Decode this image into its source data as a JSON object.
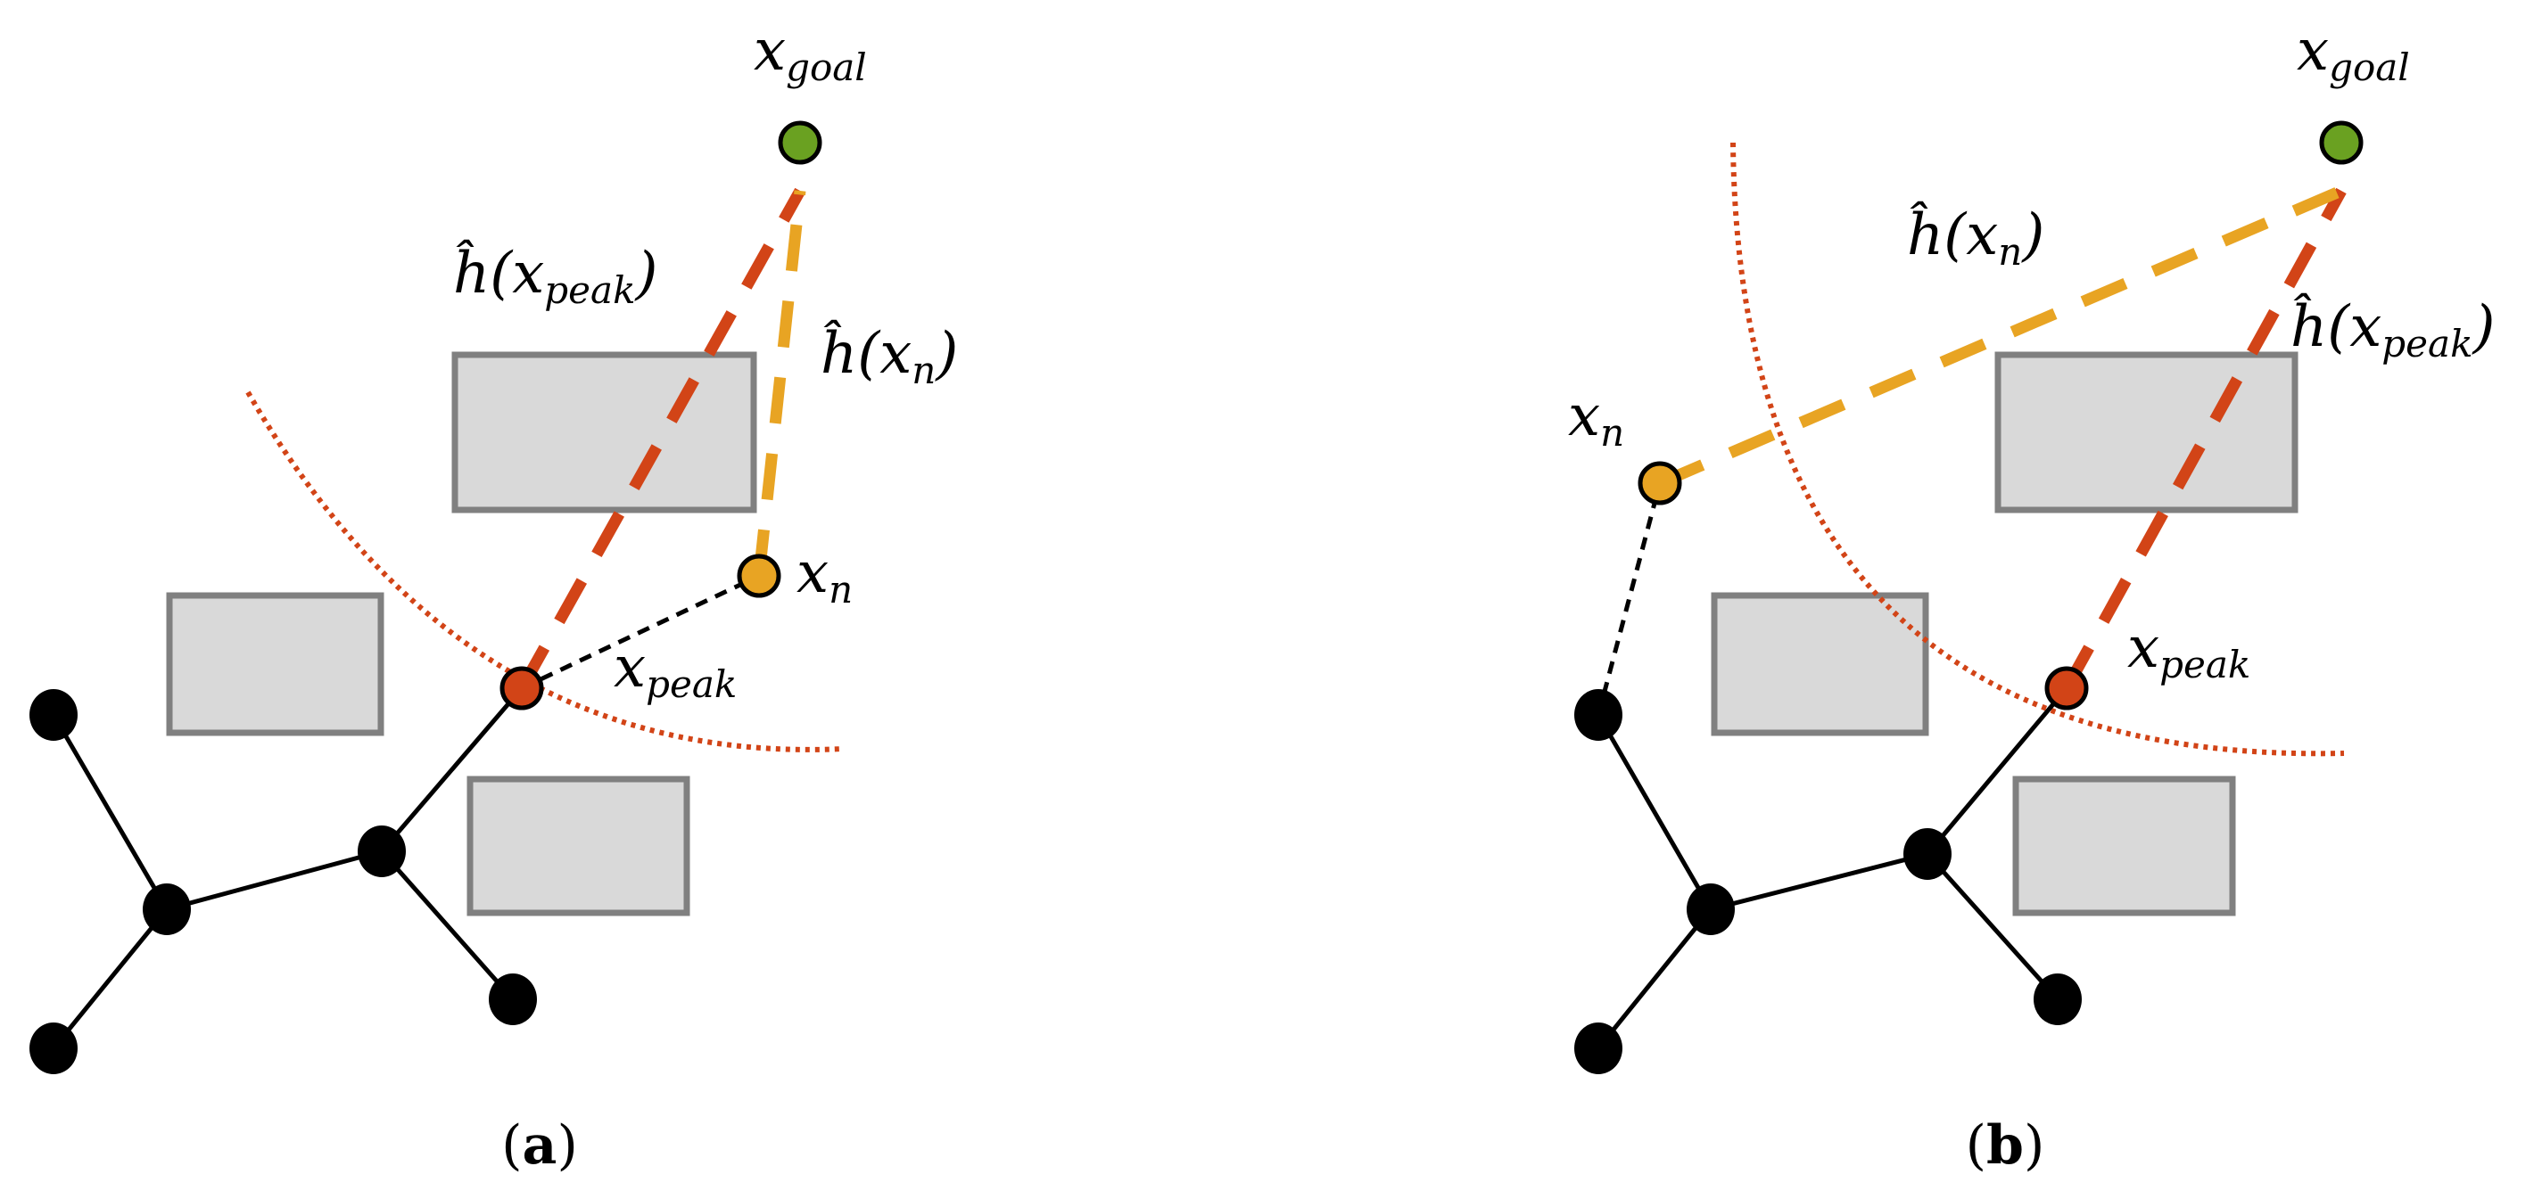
{
  "panels": [
    {
      "id": "a",
      "caption": {
        "open": "(",
        "letter": "a",
        "close": ")"
      },
      "labels": {
        "goal": {
          "main": "x",
          "sub": "goal"
        },
        "peak": {
          "main": "x",
          "sub": "peak"
        },
        "node": {
          "main": "x",
          "sub": "n"
        },
        "h_peak": {
          "hat": "ĥ",
          "open": "(x",
          "sub": "peak",
          "close": ")"
        },
        "h_n": {
          "hat": "ĥ",
          "open": "(x",
          "sub": "n",
          "close": ")"
        }
      }
    },
    {
      "id": "b",
      "caption": {
        "open": "(",
        "letter": "b",
        "close": ")"
      },
      "labels": {
        "goal": {
          "main": "x",
          "sub": "goal"
        },
        "peak": {
          "main": "x",
          "sub": "peak"
        },
        "node": {
          "main": "x",
          "sub": "n"
        },
        "h_peak": {
          "hat": "ĥ",
          "open": "(x",
          "sub": "peak",
          "close": ")"
        },
        "h_n": {
          "hat": "ĥ",
          "open": "(x",
          "sub": "n",
          "close": ")"
        }
      }
    }
  ],
  "colors": {
    "goal_node": "#6aa121",
    "peak_node": "#d24417",
    "new_node": "#e8a423",
    "h_peak_line": "#d24417",
    "h_n_line": "#e8a423",
    "obstacle_fill": "#d9d9d9",
    "obstacle_stroke": "#808080"
  }
}
